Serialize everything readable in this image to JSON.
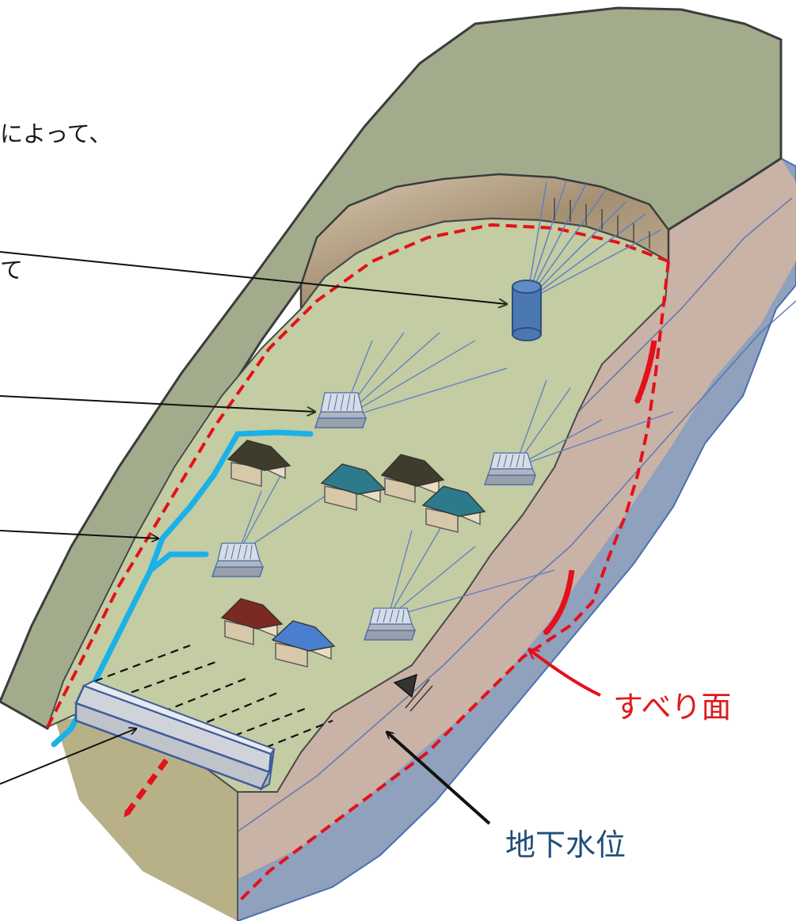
{
  "intro_text": "によって、",
  "left_mark": "て",
  "labels": {
    "slip_surface": "すべり面",
    "groundwater_level": "地下水位"
  },
  "colors": {
    "terrain_green": "#a2ab8b",
    "landslide_green": "#c3cca2",
    "slope_brown": "#c9b2a6",
    "groundwater_blue": "#8fa1bc",
    "slip_red": "#e5101a",
    "drain_blue": "#1ab1ea",
    "well_blue": "#4c78b2",
    "scarp_brown": "#b7a386"
  },
  "icons": [
    "drain-well-icon",
    "horizontal-drain-unit-icon",
    "house-icon",
    "water-level-triangle-icon",
    "slip-direction-arrow-icon"
  ]
}
